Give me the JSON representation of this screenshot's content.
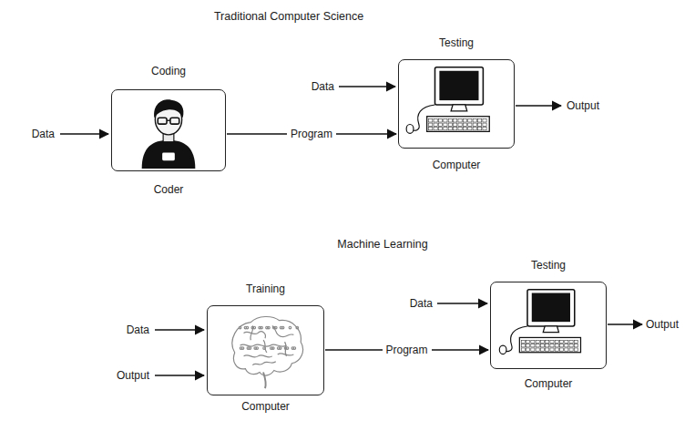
{
  "diagram": {
    "nodes": [
      {
        "text": [
          "Coding",
          "Coder"
        ]
      },
      {
        "text": [
          "Testing",
          "Computer"
        ]
      },
      {
        "text": [
          "Training",
          "Computer"
        ]
      },
      {
        "text": [
          "Testing",
          "Computer"
        ]
      }
    ],
    "edges": [
      {
        "from": 0,
        "to": 1,
        "arrow": "to",
        "label": "Program"
      },
      {
        "from": 2,
        "to": 3,
        "arrow": "to",
        "label": "Program"
      }
    ],
    "labels": [
      "Traditional Computer Science",
      "Data",
      "Data",
      "Output",
      "Machine Learning",
      "Data",
      "Output",
      "Data",
      "Output"
    ]
  }
}
